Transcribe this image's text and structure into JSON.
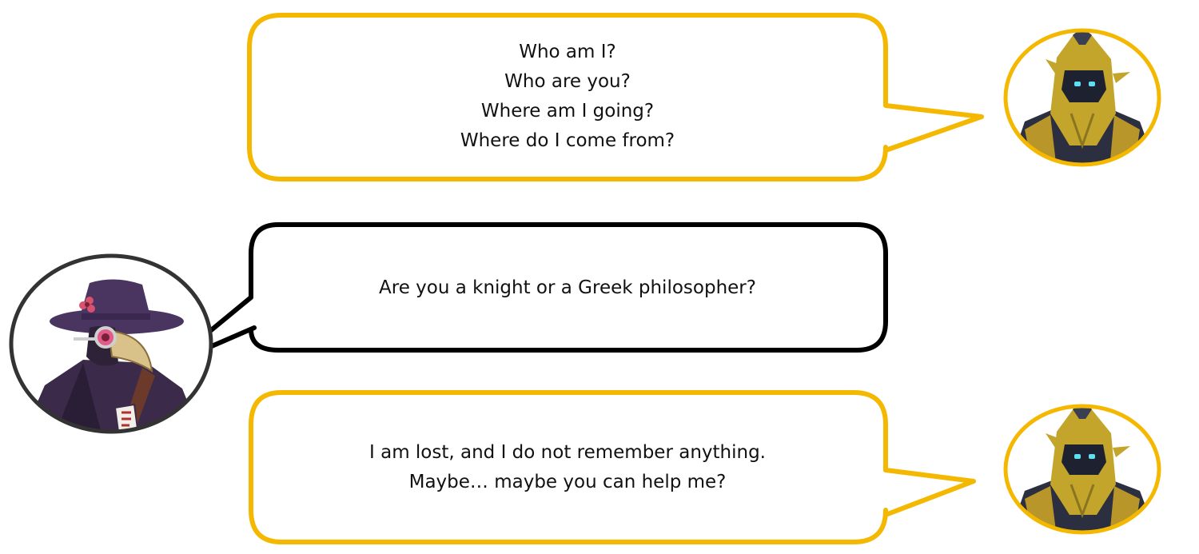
{
  "colors": {
    "knight_bubble": "#f5b800",
    "plague_bubble": "#000000",
    "knight_armor": "#c2a52a",
    "plague_hat": "#4a3560"
  },
  "dialogue": [
    {
      "speaker": "knight",
      "lines": [
        "Who am I?",
        "Who are you?",
        "Where am I going?",
        "Where do I come from?"
      ]
    },
    {
      "speaker": "plague-doctor",
      "lines": [
        "Are you a knight or a Greek philosopher?"
      ]
    },
    {
      "speaker": "knight",
      "lines": [
        "I am lost, and I do not remember anything.",
        "Maybe… maybe you can help me?"
      ]
    }
  ]
}
